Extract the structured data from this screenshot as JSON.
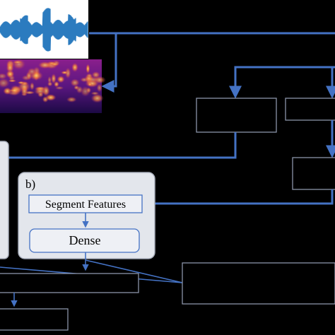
{
  "panel_b": {
    "label": "b)",
    "segment_features": "Segment Features",
    "dense": "Dense"
  },
  "colors": {
    "arrow": "#4472c4",
    "waveform": "#2b7bbf",
    "panel": "#e3e6ec"
  }
}
